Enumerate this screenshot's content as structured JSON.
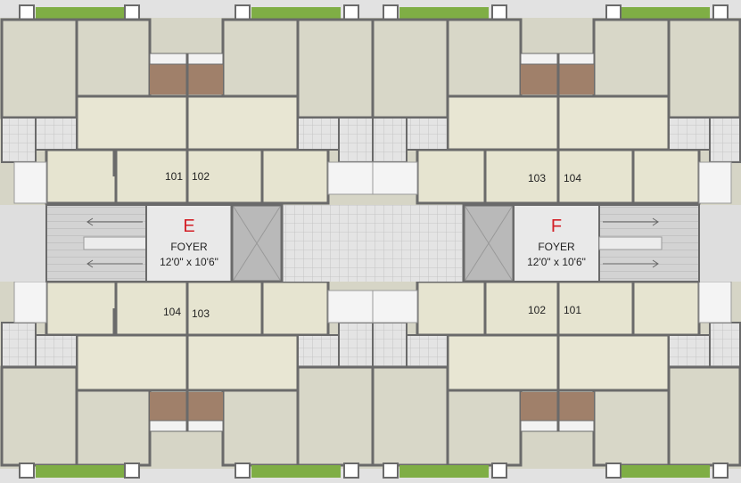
{
  "plan": {
    "blocks": [
      {
        "letter": "E",
        "foyer_label": "FOYER",
        "foyer_size": "12'0\" x 10'6\"",
        "units": {
          "top_left": "101",
          "top_right": "102",
          "bottom_left": "104",
          "bottom_right": "103"
        }
      },
      {
        "letter": "F",
        "foyer_label": "FOYER",
        "foyer_size": "12'0\" x 10'6\"",
        "units": {
          "top_left": "103",
          "top_right": "104",
          "bottom_left": "102",
          "bottom_right": "101"
        }
      }
    ]
  },
  "colors": {
    "background": "#e4e4e4",
    "room_fill": "#d9d8c9",
    "hall_fill": "#e8e6d3",
    "wall": "#6a6a6a",
    "balcony_green": "#7fae45",
    "balcony_brown": "#a0806a",
    "toilet_tile": "#e3e3e3",
    "stair": "#d0d0d0",
    "lift": "#b9b9b9",
    "foyer": "#e9e9e9",
    "block_letter": "#d31f26"
  }
}
